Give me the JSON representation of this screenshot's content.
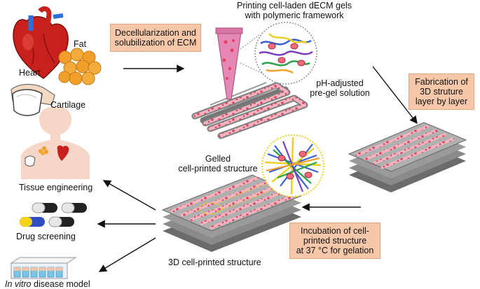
{
  "source_labels": {
    "heart": "Heart",
    "fat": "Fat",
    "cartilage": "Cartilage"
  },
  "steps": {
    "decellularization": "Decellularization and\nsolubilization of ECM",
    "printing_title": "Printing cell-laden dECM gels\nwith polymeric framework",
    "ph_adjusted": "pH-adjusted\npre-gel solution",
    "fabrication": "Fabrication of\n3D struture\nlayer by layer",
    "incubation": "Incubation of cell-\nprinted structure\nat 37 °C for gelation",
    "gelled": "Gelled\ncell-printed structure",
    "printed_structure": "3D cell-printed structure"
  },
  "applications": {
    "tissue_engineering": "Tissue engineering",
    "drug_screening": "Drug screening",
    "disease_model_italic": "In vitro",
    "disease_model_rest": " disease model"
  },
  "colors": {
    "box_fill": "#f6c7a8",
    "box_border": "#e6a57c",
    "heart": "#c8201c",
    "fat": "#f0a02a",
    "scaffold": "#7f7f7f",
    "cells": "#f0708a",
    "callout_gel": "#e8d020"
  }
}
